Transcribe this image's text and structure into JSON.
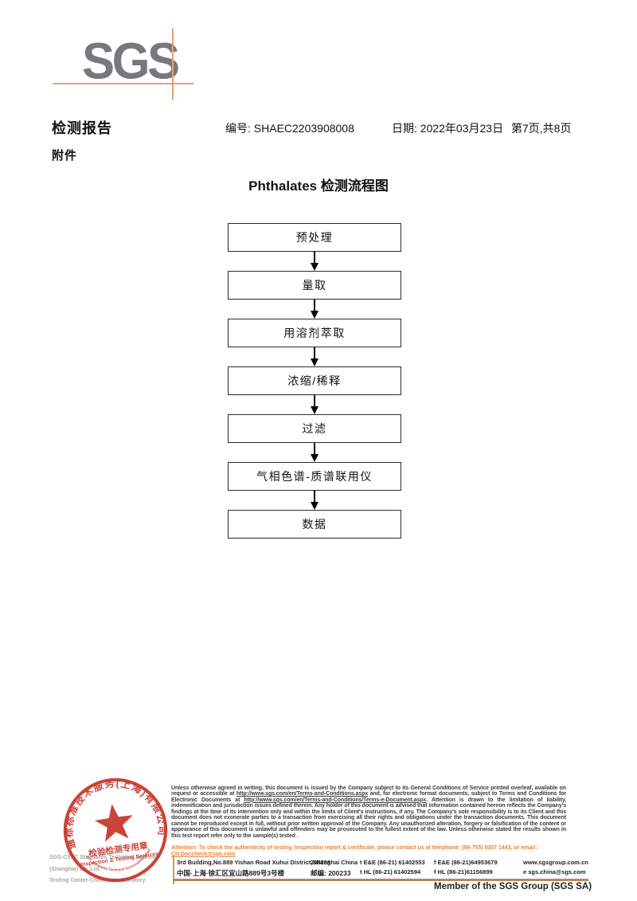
{
  "header": {
    "logo": "SGS",
    "report_title": "检测报告",
    "report_no_label": "编号: ",
    "report_no": "SHAEC2203908008",
    "date_label": "日期: ",
    "date_value": "2022年03月23日",
    "page_info": "第7页,共8页",
    "attachment": "附件"
  },
  "flowchart": {
    "title": "Phthalates 检测流程图",
    "steps": [
      "预处理",
      "量取",
      "用溶剂萃取",
      "浓缩/稀释",
      "过滤",
      "气相色谱-质谱联用仪",
      "数据"
    ]
  },
  "footer": {
    "disclaimer": {
      "p1": "Unless otherwise agreed in writing, this document is issued by the Company subject to its General Conditions of Service printed overleaf, available on request or accessible at ",
      "url1": "http://www.sgs.com/en/Terms-and-Conditions.aspx",
      "p2": " and, for electronic format documents, subject to Terms and Conditions for Electronic Documents at ",
      "url2": "http://www.sgs.com/en/Terms-and-Conditions/Terms-e-Document.aspx",
      "p3": ". Attention is drawn to the limitation of liability, indemnification and jurisdiction issues defined therein. Any holder of this document is advised that information contained hereon reflects the Company's findings at the time of its intervention only and within the limits of Client's instructions, if any. The Company's sole responsibility is to its Client and this document does not exonerate parties to a transaction from exercising all their rights and obligations under the transaction documents. This document cannot be reproduced except in full, without prior written approval of the Company. Any unauthorized alteration, forgery or falsification of the content or appearance of this document is unlawful and offenders may be prosecuted to the fullest extent of the law. Unless otherwise stated the results shown in this test report refer only to the sample(s) tested ."
    },
    "attention": {
      "text": "Attention: To check the authenticity of testing /inspection report & certificate, please contact us at telephone: (86-755) 8307 1443, or email: ",
      "email": "CN.Doccheck@sgs.com"
    },
    "stamp": {
      "ring_text": "通标标准技术服务(上海)有限公司",
      "ring_text_en": "SGS-CSTC Standards Technical Services(Shanghai)Co.,Ltd.",
      "seal_title": "检验检测专用章",
      "seal_subtitle": "Inspection & Testing Services"
    },
    "company_line1": "SGS-CSTC Standards Technical Services (Shanghai) Co.,Ltd.",
    "company_line2": "Testing Center-Chemical Laboratory",
    "address": {
      "en": "3rd Building,No.889 Yishan Road Xuhui District,Shanghai China",
      "en_postcode": "200233",
      "cn": "中国·上海·徐汇区宜山路889号3号楼",
      "cn_postcode": "邮编: 200233",
      "tel_ee": "t E&E (86-21) 61402553",
      "fax_ee": "f E&E (86-21)64953679",
      "web": "www.sgsgroup.com.cn",
      "tel_hl": "t HL (86-21) 61402594",
      "fax_hl": "f HL (86-21)61156899",
      "email": "e  sgs.china@sgs.com"
    },
    "member": "Member of the SGS Group (SGS SA)"
  },
  "colors": {
    "accent_orange": "#e8832f",
    "rule_tan": "#dfa278",
    "stamp_red": "#c8352b",
    "logo_gray": "#77787b"
  }
}
